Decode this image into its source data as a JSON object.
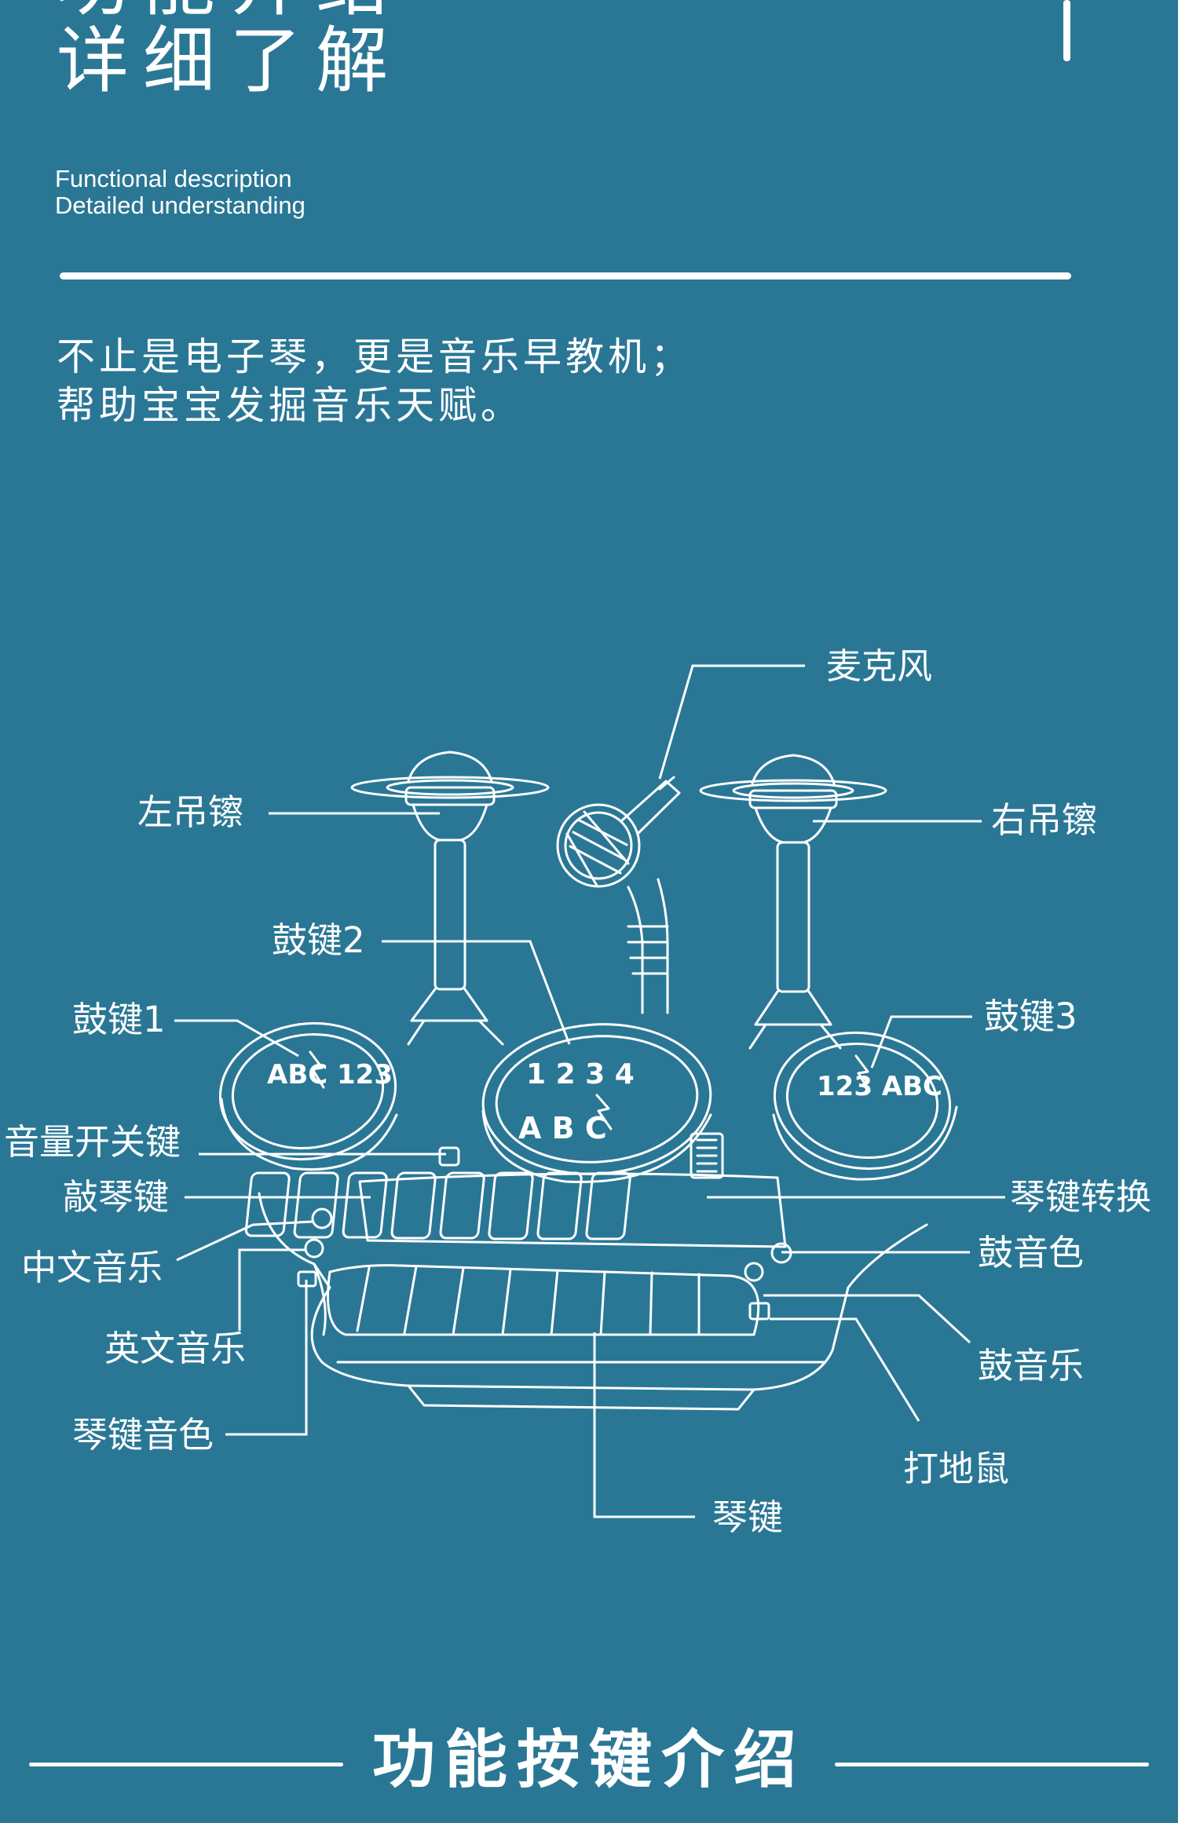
{
  "header": {
    "title_cropped": "功能介绍",
    "title": "详细了解",
    "subtitle_en_1": "Functional description",
    "subtitle_en_2": "Detailed understanding"
  },
  "intro": {
    "line1": "不止是电子琴，更是音乐早教机；",
    "line2": "帮助宝宝发掘音乐天赋。"
  },
  "diagram": {
    "labels": {
      "microphone": "麦克风",
      "left_cymbal": "左吊镲",
      "right_cymbal": "右吊镲",
      "drum_key_2": "鼓键2",
      "drum_key_1": "鼓键1",
      "drum_key_3": "鼓键3",
      "volume_switch": "音量开关键",
      "tap_keys": "敲琴键",
      "key_switch": "琴键转换",
      "chinese_music": "中文音乐",
      "drum_tone": "鼓音色",
      "english_music": "英文音乐",
      "drum_music": "鼓音乐",
      "key_tone": "琴键音色",
      "whack_a_mole": "打地鼠",
      "piano_keys": "琴键"
    }
  },
  "footer": {
    "title": "功能按键介绍"
  },
  "colors": {
    "background": "#2a7795",
    "line": "#ffffff"
  }
}
